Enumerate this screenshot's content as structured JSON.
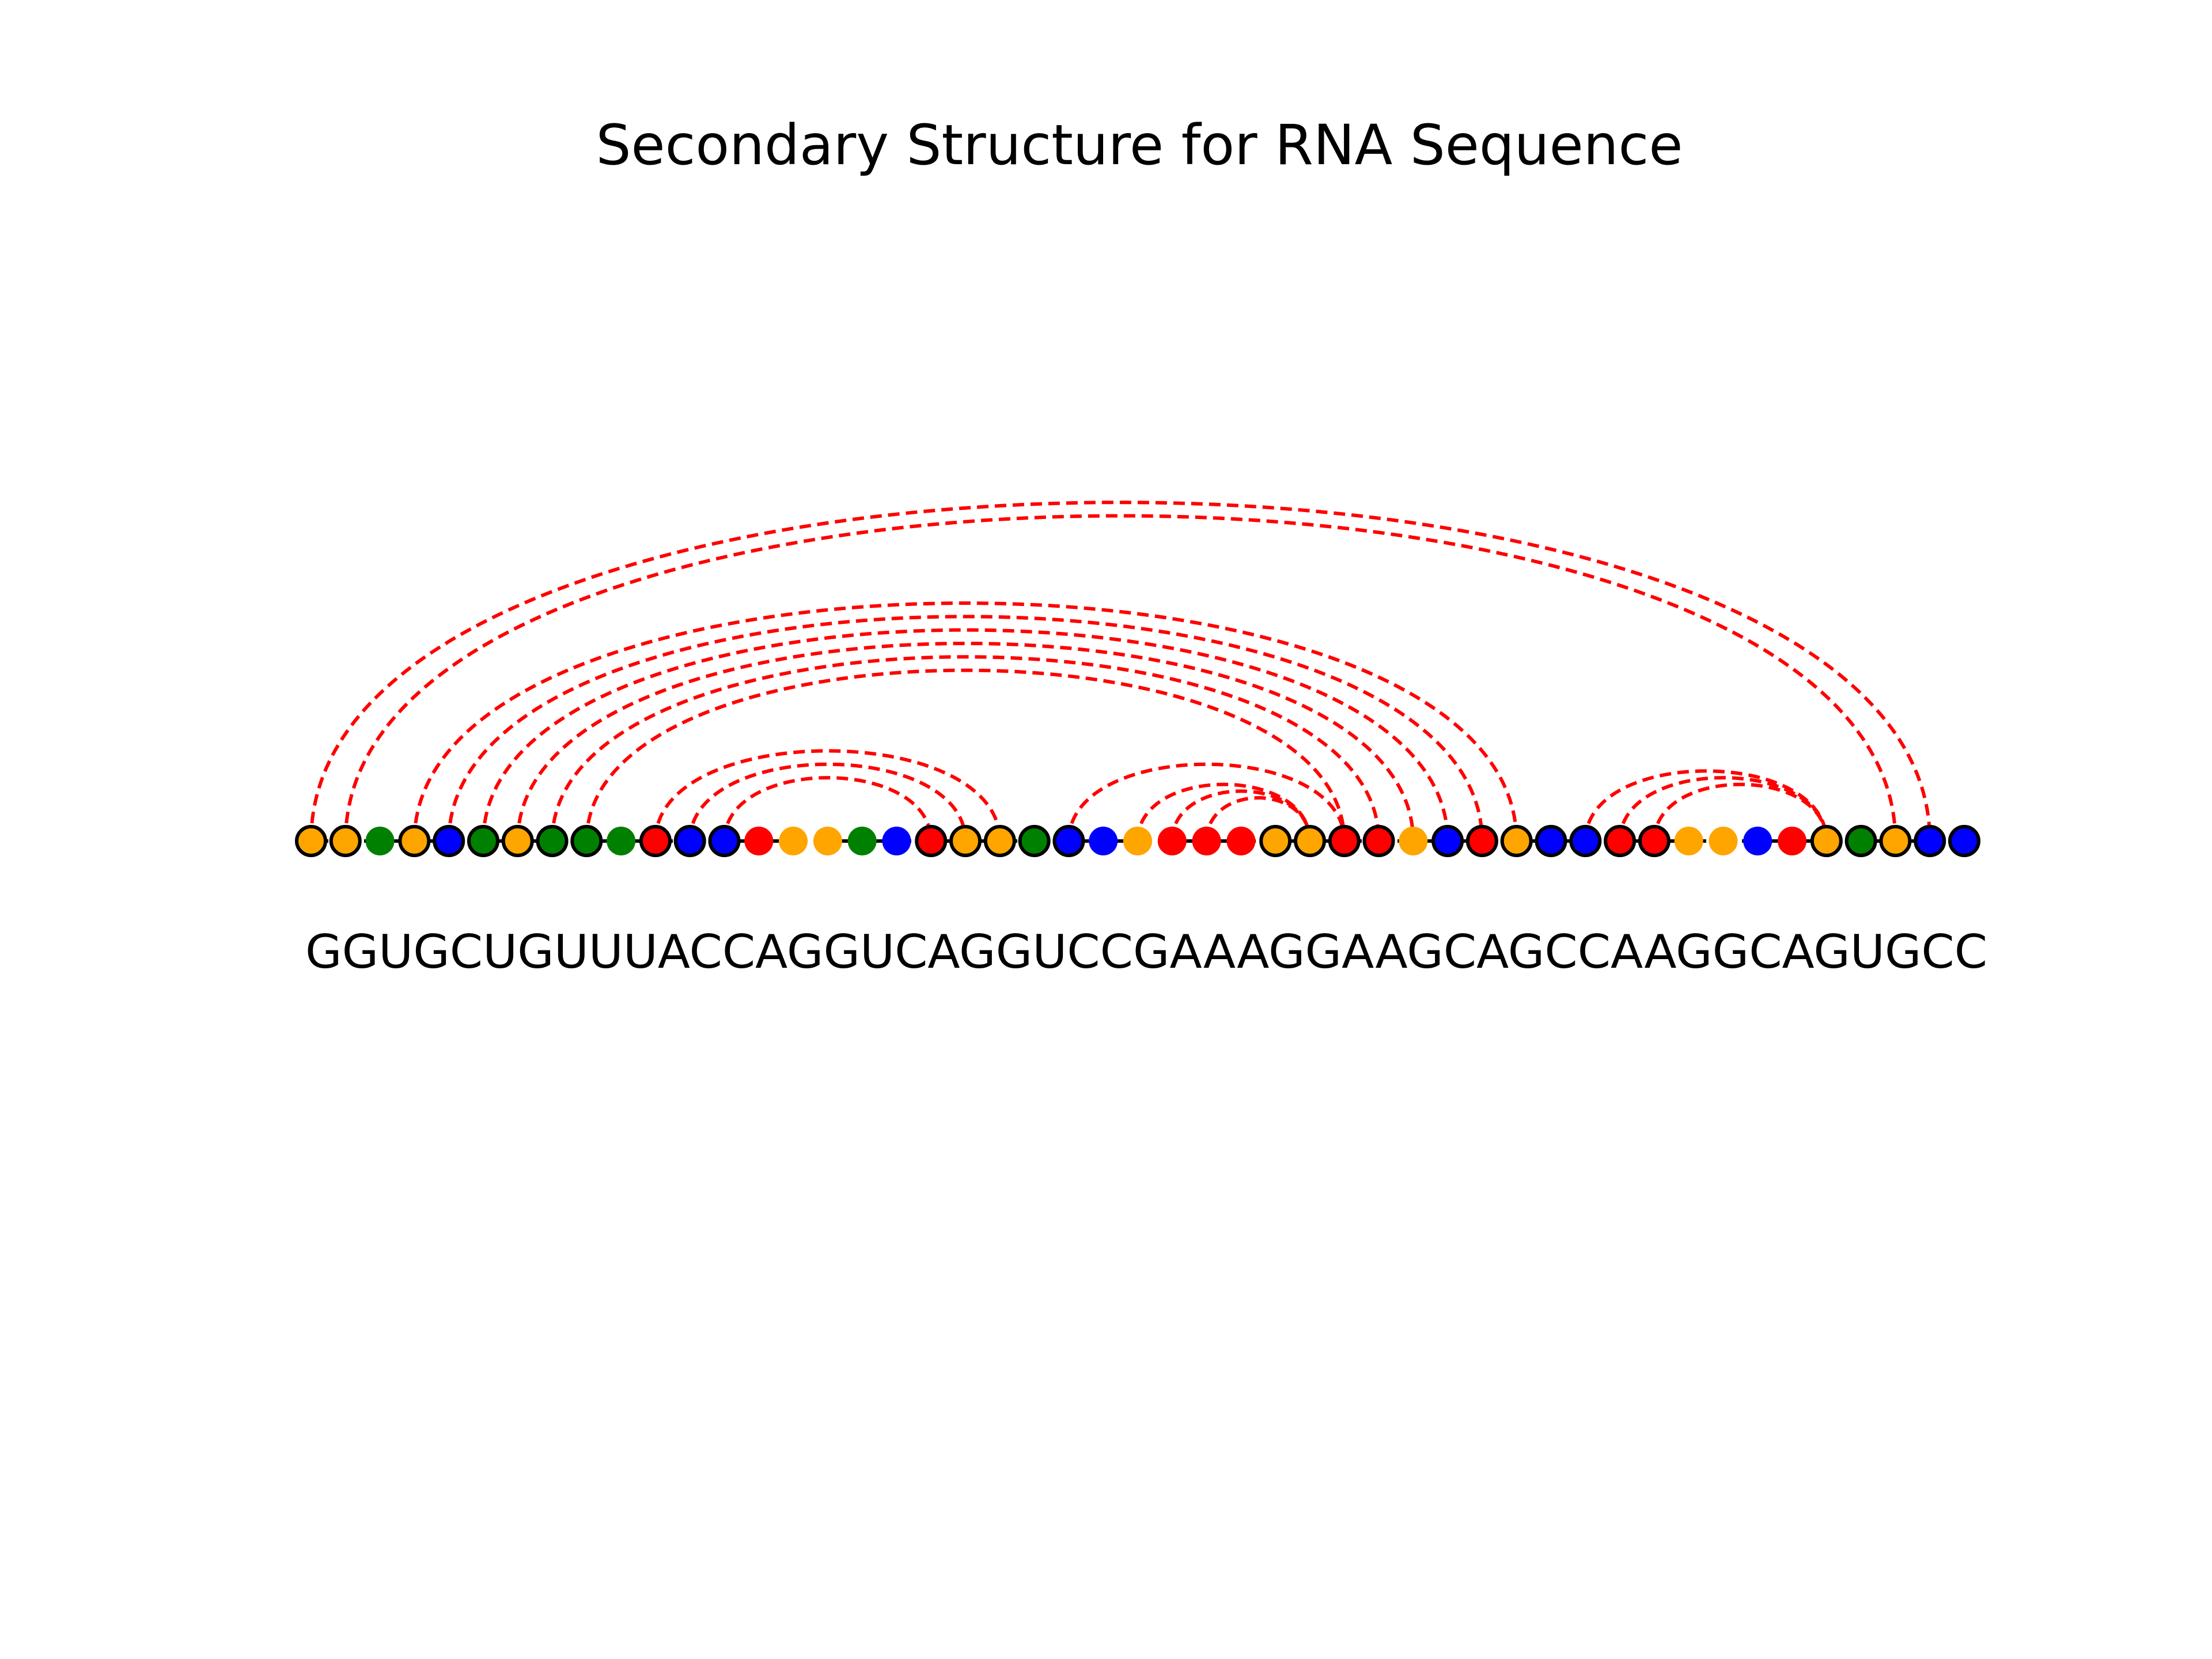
{
  "title": "Secondary Structure for RNA Sequence",
  "sequence": "GGUGCUGUUUACCAGGUCAGGUCCGAAAGGAAGCAGCCAAGGCAGUGCC",
  "base_colors": {
    "G": "#ffa500",
    "C": "#0000ff",
    "A": "#ff0000",
    "U": "#008000"
  },
  "outlined_positions": [
    1,
    2,
    4,
    5,
    6,
    7,
    8,
    9,
    11,
    12,
    13,
    19,
    20,
    21,
    22,
    23,
    29,
    30,
    31,
    32,
    34,
    35,
    36,
    37,
    38,
    39,
    40,
    45,
    46,
    47,
    48,
    49
  ],
  "pairs": [
    [
      1,
      48
    ],
    [
      2,
      47
    ],
    [
      4,
      36
    ],
    [
      5,
      35
    ],
    [
      6,
      34
    ],
    [
      7,
      33
    ],
    [
      8,
      32
    ],
    [
      9,
      31
    ],
    [
      11,
      21
    ],
    [
      12,
      20
    ],
    [
      13,
      19
    ],
    [
      23,
      31
    ],
    [
      25,
      30
    ],
    [
      26,
      30
    ],
    [
      27,
      30
    ],
    [
      38,
      45
    ],
    [
      39,
      45
    ],
    [
      40,
      45
    ]
  ],
  "colors": {
    "arc": "#ff0000",
    "backbone": "#000000",
    "outline": "#000000",
    "text": "#000000",
    "background": "#ffffff"
  }
}
